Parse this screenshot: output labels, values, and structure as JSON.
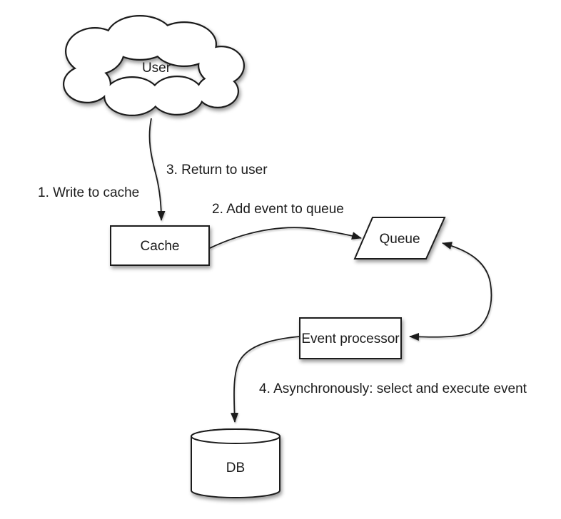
{
  "diagram": {
    "nodes": {
      "user": {
        "label": "User",
        "shape": "cloud"
      },
      "cache": {
        "label": "Cache",
        "shape": "rectangle"
      },
      "queue": {
        "label": "Queue",
        "shape": "parallelogram"
      },
      "event_processor": {
        "label": "Event processor",
        "shape": "rectangle"
      },
      "db": {
        "label": "DB",
        "shape": "cylinder"
      }
    },
    "edges": {
      "write_to_cache": {
        "label": "1. Write to cache",
        "from": "user",
        "to": "cache"
      },
      "add_event_to_queue": {
        "label": "2. Add event to queue",
        "from": "cache",
        "to": "queue"
      },
      "return_to_user": {
        "label": "3. Return to user",
        "from": "cache",
        "to": "user"
      },
      "async_execute": {
        "label": "4. Asynchronously: select and execute event",
        "from": "event_processor",
        "to": "db"
      },
      "queue_event_processor": {
        "label": "",
        "from": "queue",
        "to": "event_processor",
        "bidirectional": true
      }
    },
    "colors": {
      "background": "#ffffff",
      "stroke": "#1b1b1b",
      "shape_fill": "#ffffff",
      "text": "#1b1b1b",
      "shadow": "rgba(0,0,0,0.40)"
    }
  }
}
